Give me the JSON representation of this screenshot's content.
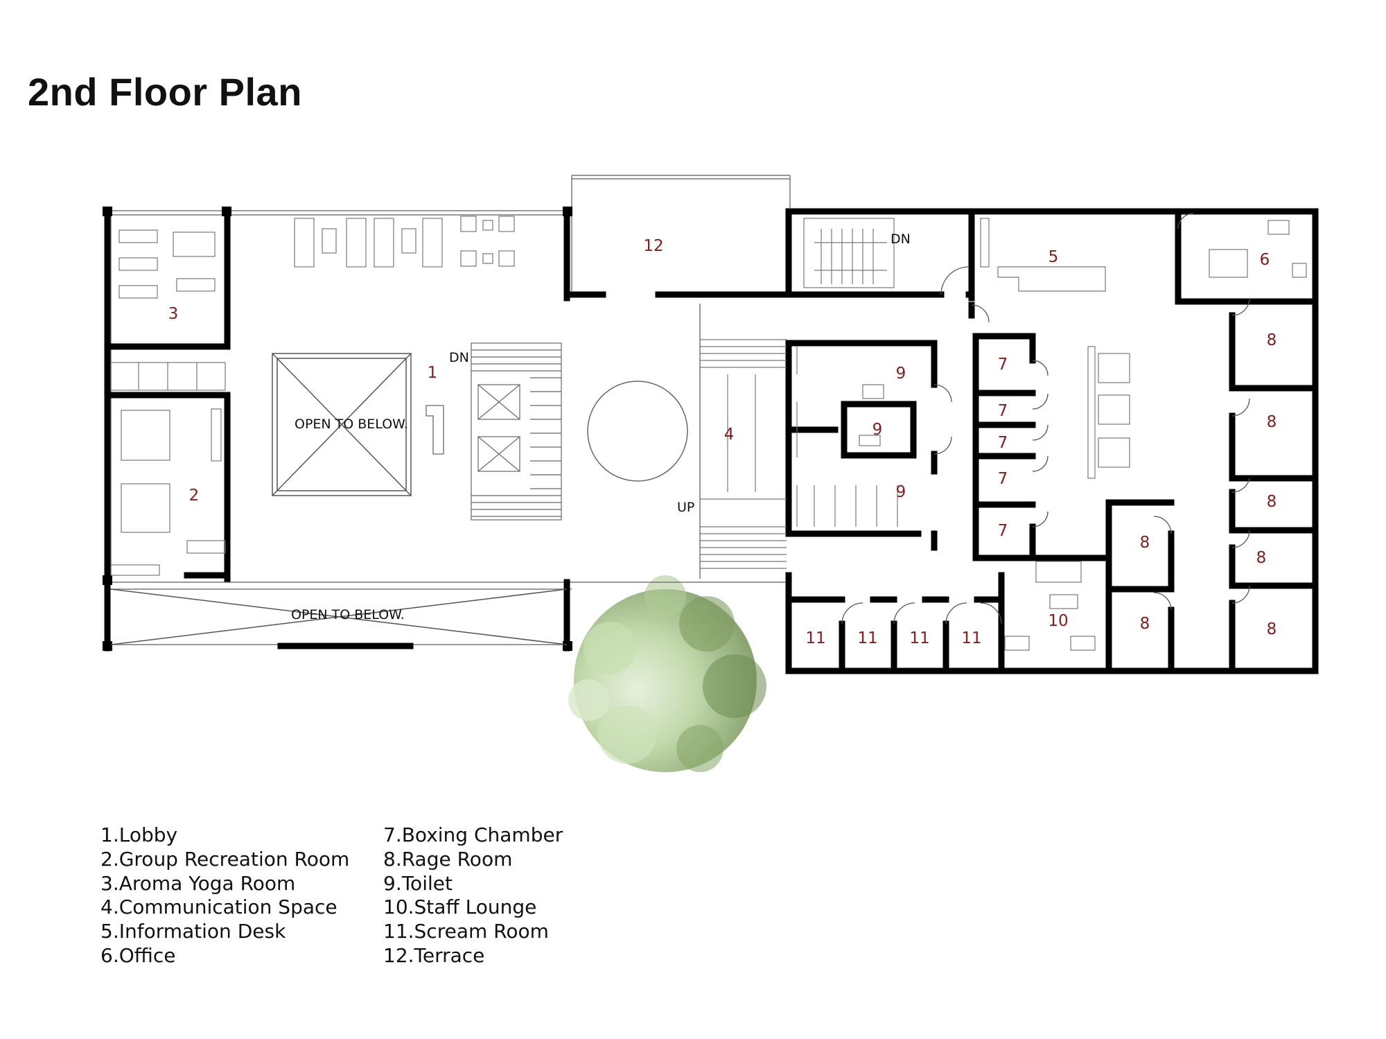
{
  "title": "2nd Floor Plan",
  "labels": {
    "open_to_below": "OPEN TO BELOW.",
    "dn": "DN",
    "up": "UP",
    "step": "5"
  },
  "rooms": {
    "r1": "1",
    "r2": "2",
    "r3": "3",
    "r4": "4",
    "r5": "5",
    "r6": "6",
    "r7": "7",
    "r8": "8",
    "r9": "9",
    "r10": "10",
    "r11": "11",
    "r12": "12"
  },
  "legend": {
    "col1": [
      "1.Lobby",
      "2.Group Recreation Room",
      "3.Aroma Yoga Room",
      "4.Communication Space",
      "5.Information Desk",
      "6.Office"
    ],
    "col2": [
      "7.Boxing Chamber",
      "8.Rage Room",
      "9.Toilet",
      "10.Staff Lounge",
      "11.Scream Room",
      "12.Terrace"
    ]
  },
  "colors": {
    "wall": "#000000",
    "room_number": "#8b1a1a",
    "thin_line": "#777777",
    "tree_light": "#c9dfb4",
    "tree_dark": "#5f7a45"
  }
}
